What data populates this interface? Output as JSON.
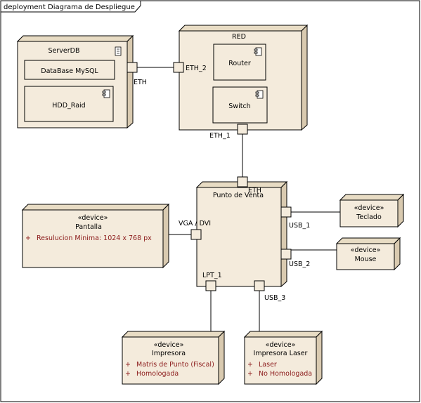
{
  "frame": {
    "title": "deployment Diagrama de Despliegue"
  },
  "nodes": {
    "serverdb": {
      "name": "ServerDB"
    },
    "red": {
      "name": "RED"
    },
    "punto_venta": {
      "name": "Punto de Venta"
    },
    "pantalla": {
      "stereotype": "«device»",
      "name": "Pantalla",
      "attributes": [
        "Resulucion Minima: 1024 x 768 px"
      ]
    },
    "teclado": {
      "stereotype": "«device»",
      "name": "Teclado"
    },
    "mouse": {
      "stereotype": "«device»",
      "name": "Mouse"
    },
    "impresora": {
      "stereotype": "«device»",
      "name": "Impresora",
      "attributes": [
        "Matris de Punto (Fiscal)",
        "Homologada"
      ]
    },
    "impresora_laser": {
      "stereotype": "«device»",
      "name": "Impresora Laser",
      "attributes": [
        "Laser",
        "No Homologada"
      ]
    }
  },
  "artifacts": {
    "database": {
      "name": "DataBase MySQL"
    },
    "hdd": {
      "name": "HDD_Raid"
    },
    "router": {
      "name": "Router"
    },
    "switch": {
      "name": "Switch"
    }
  },
  "ports": {
    "serverdb_eth": "ETH",
    "red_eth2": "ETH_2",
    "red_eth1": "ETH_1",
    "pv_eth": "ETH",
    "pv_vga": "VGA / DVI",
    "pv_usb1": "USB_1",
    "pv_usb2": "USB_2",
    "pv_lpt1": "LPT_1",
    "pv_usb3": "USB_3"
  },
  "attribute_marker": "+",
  "colors": {
    "node_fill": "#f4ebdc",
    "border": "#000000",
    "attribute_text": "#8b1a1a"
  }
}
